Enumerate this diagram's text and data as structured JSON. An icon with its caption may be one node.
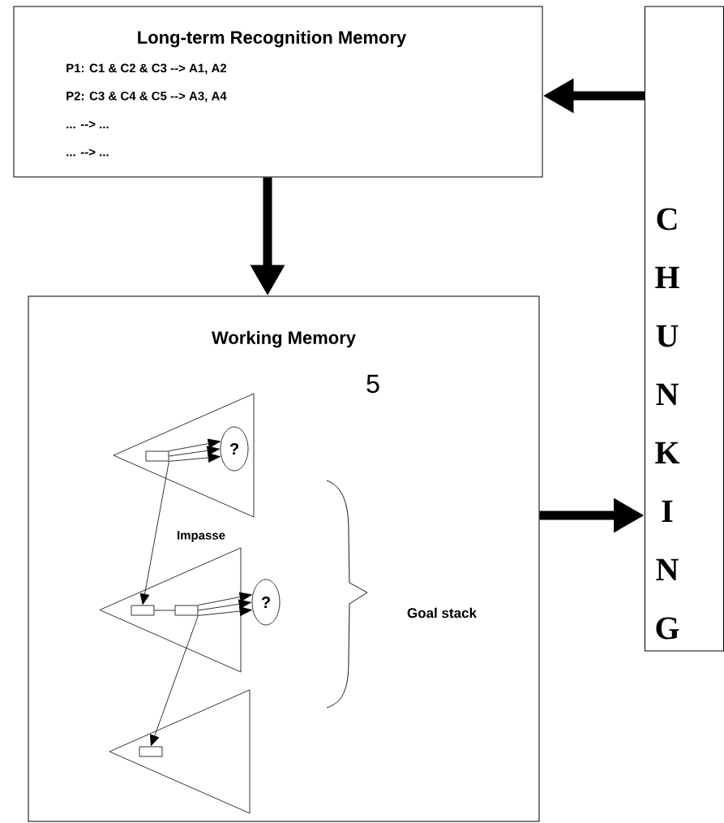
{
  "diagram": {
    "nodes": [
      {
        "text": [
          "Long-term Recognition Memory",
          "P1: C1 & C2 & C3 --> A1, A2",
          "P2: C3 & C4 & C5 --> A3, A4",
          "... --> ...",
          "... --> ..."
        ]
      },
      {
        "text": [
          "C H U N K I N G"
        ]
      },
      {
        "text": [
          "Working Memory"
        ]
      },
      {
        "text": [],
        "shape": "triangle",
        "in": 2
      },
      {
        "text": [],
        "shape": "box",
        "in": 3
      },
      {
        "text": [
          "?"
        ],
        "in": 3
      },
      {
        "text": [],
        "shape": "triangle",
        "in": 2
      },
      {
        "text": [],
        "shape": "box",
        "in": 6
      },
      {
        "text": [],
        "shape": "box",
        "in": 6
      },
      {
        "text": [
          "?"
        ],
        "in": 2
      },
      {
        "text": [],
        "shape": "triangle",
        "in": 2
      },
      {
        "text": [],
        "shape": "box",
        "in": 10
      }
    ],
    "edges": [
      {
        "from": 1,
        "to": 0,
        "arrow": "to",
        "style": "thick"
      },
      {
        "from": 0,
        "to": 2,
        "arrow": "to",
        "style": "thick"
      },
      {
        "from": 2,
        "to": 1,
        "arrow": "to",
        "style": "thick"
      },
      {
        "from": 4,
        "to": 7,
        "arrow": "to"
      },
      {
        "from": 7,
        "to": 8,
        "arrow": "none"
      },
      {
        "from": 8,
        "to": 11,
        "arrow": "to"
      },
      {
        "from": 4,
        "to": 5,
        "arrow": "to"
      },
      {
        "from": 4,
        "to": 5,
        "arrow": "to"
      },
      {
        "from": 4,
        "to": 5,
        "arrow": "to"
      },
      {
        "from": 8,
        "to": 9,
        "arrow": "to"
      },
      {
        "from": 8,
        "to": 9,
        "arrow": "to"
      },
      {
        "from": 8,
        "to": 9,
        "arrow": "to"
      }
    ],
    "labels": [
      "5",
      "Impasse",
      "Goal stack"
    ]
  }
}
